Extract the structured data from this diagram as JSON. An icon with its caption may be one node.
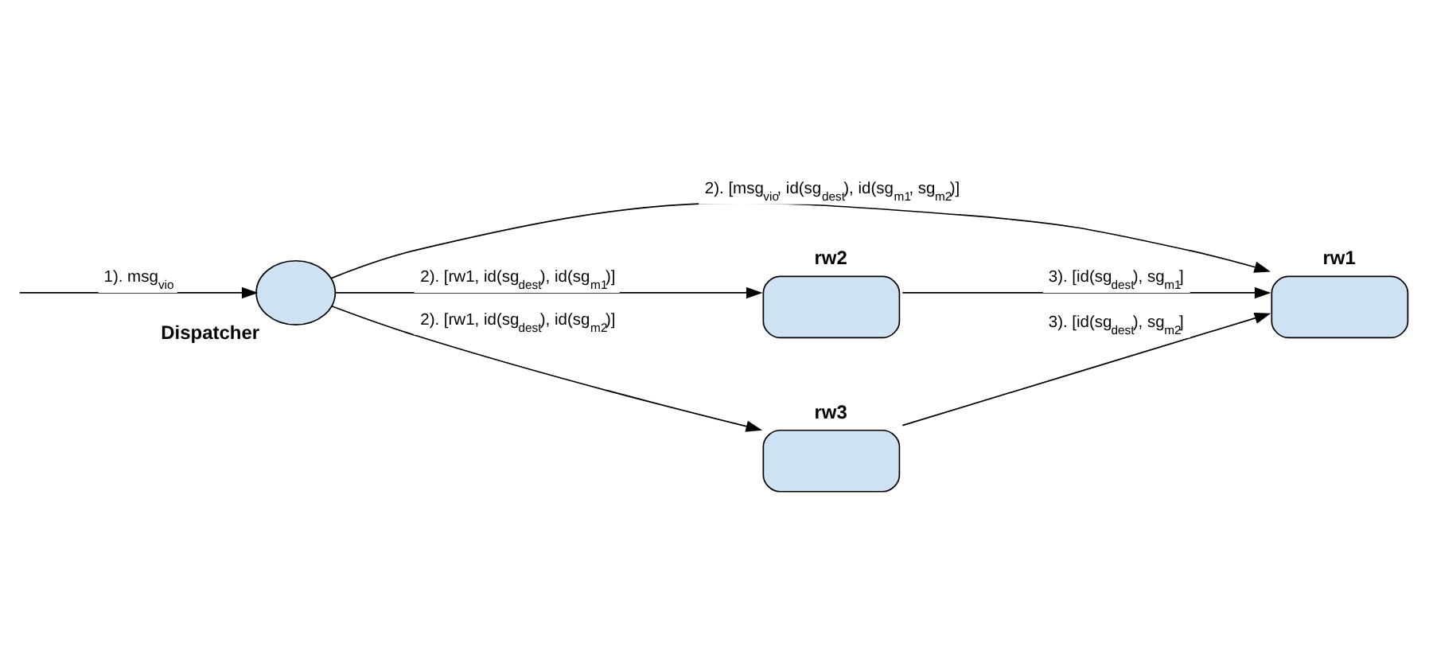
{
  "diagram": {
    "nodes": [
      {
        "text": [
          "Dispatcher"
        ]
      },
      {
        "text": [
          "rw1"
        ]
      },
      {
        "text": [
          "rw2"
        ]
      },
      {
        "text": [
          "rw3"
        ]
      }
    ],
    "edges": [
      {
        "from": null,
        "to": 0,
        "arrow": "to",
        "label": "1). msg$_{vio}$"
      },
      {
        "from": 0,
        "to": 1,
        "arrow": "to",
        "label": "2). [msg$_{vio}$, id(sg$_{dest}$), id(sg$_{m1}$, sg$_{m2}$)]"
      },
      {
        "from": 0,
        "to": 2,
        "arrow": "to",
        "label": "2). [rw1, id(sg$_{dest}$), id(sg$_{m1}$)]"
      },
      {
        "from": 0,
        "to": 3,
        "arrow": "to",
        "label": "2). [rw1, id(sg$_{dest}$), id(sg$_{m2}$)]"
      },
      {
        "from": 2,
        "to": 1,
        "arrow": "to",
        "label": "3). [id(sg$_{dest}$), sg$_{m1}$]"
      },
      {
        "from": 3,
        "to": 1,
        "arrow": "to",
        "label": "3). [id(sg$_{dest}$), sg$_{m2}$]"
      }
    ]
  }
}
